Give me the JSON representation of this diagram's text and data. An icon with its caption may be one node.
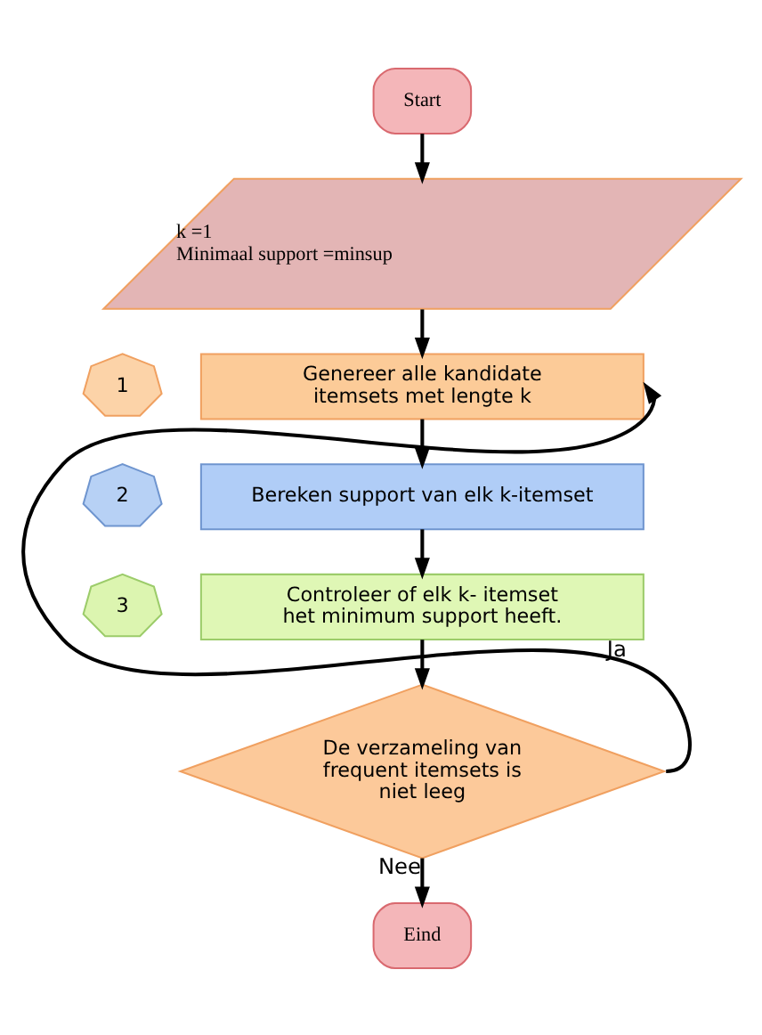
{
  "diagram": {
    "nodes": [
      {
        "text": [
          "Start"
        ]
      },
      {
        "text": [
          "k =1",
          "Minimaal support =minsup"
        ]
      },
      {
        "text": [
          "1"
        ]
      },
      {
        "text": [
          "Genereer alle kandidate itemsets met lengte k"
        ]
      },
      {
        "text": [
          "2"
        ]
      },
      {
        "text": [
          "Bereken support van elk k-itemset"
        ]
      },
      {
        "text": [
          "3"
        ]
      },
      {
        "text": [
          "Controleer of elk k- itemset het minimum support heeft."
        ]
      },
      {
        "text": [
          "De verzameling van frequent itemsets is niet leeg"
        ]
      },
      {
        "text": [
          "Eind"
        ]
      }
    ],
    "edges": [
      {
        "from": 0,
        "to": 1,
        "arrow": "to"
      },
      {
        "from": 1,
        "to": 3,
        "arrow": "to"
      },
      {
        "from": 3,
        "to": 5,
        "arrow": "to"
      },
      {
        "from": 5,
        "to": 7,
        "arrow": "to"
      },
      {
        "from": 7,
        "to": 8,
        "arrow": "to"
      },
      {
        "from": 8,
        "to": 9,
        "label": "Nee",
        "arrow": "to"
      },
      {
        "from": 8,
        "to": 3,
        "label": "Ja",
        "arrow": "to"
      }
    ]
  }
}
